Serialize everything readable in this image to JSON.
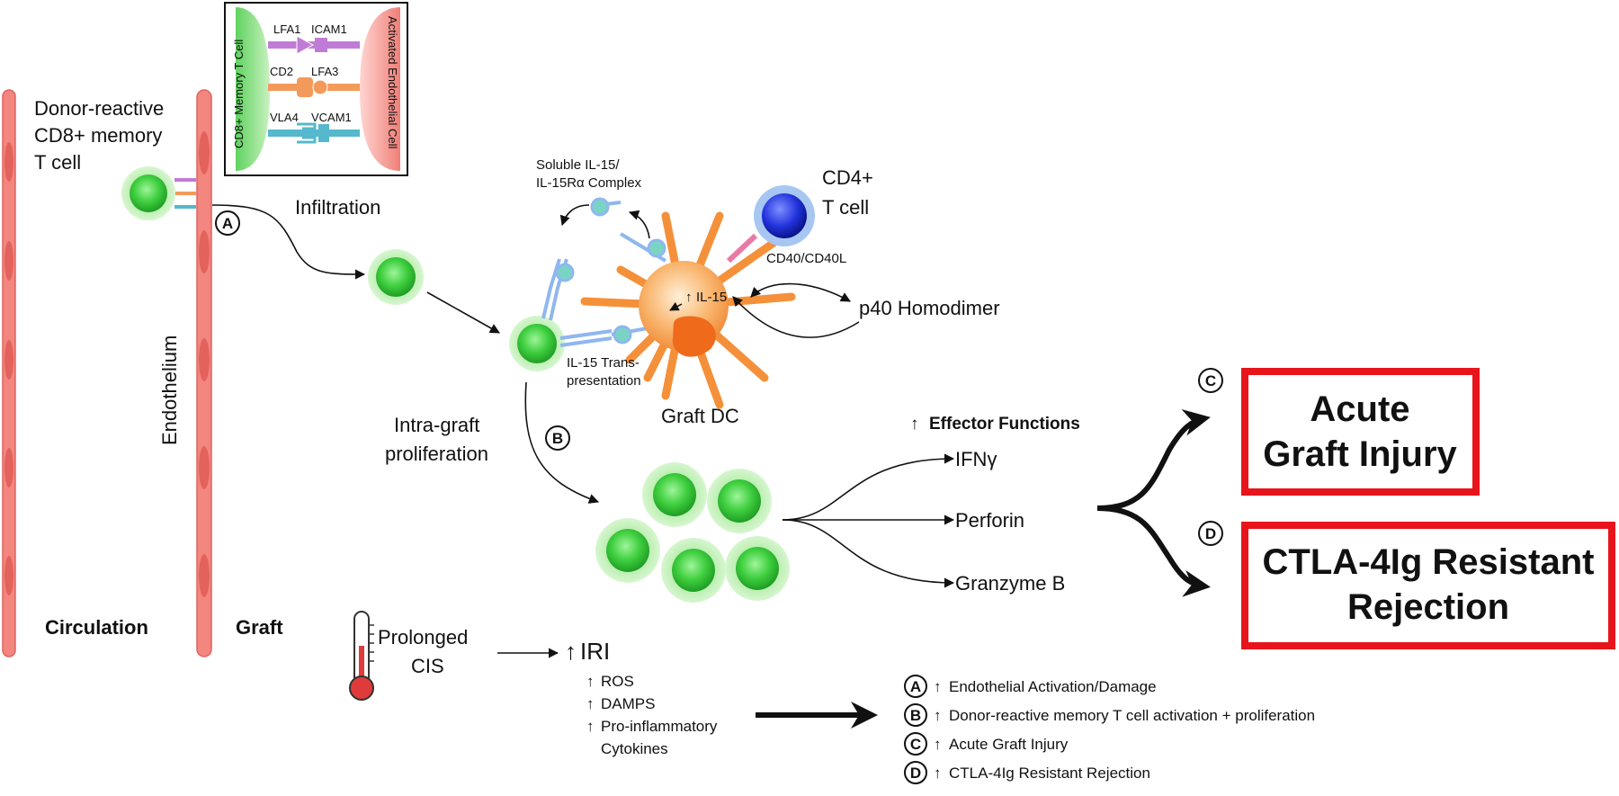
{
  "labels": {
    "donor_cell_line1": "Donor-reactive",
    "donor_cell_line2": "CD8+ memory",
    "donor_cell_line3": "T cell",
    "endothelium": "Endothelium",
    "circulation": "Circulation",
    "graft": "Graft",
    "infiltration": "Infiltration",
    "intragraft_line1": "Intra-graft",
    "intragraft_line2": "proliferation",
    "soluble_line1": "Soluble IL-15/",
    "soluble_line2": "IL-15Rα Complex",
    "cd4_line1": "CD4+",
    "cd4_line2": "T cell",
    "cd40": "CD40/CD40L",
    "il15": "IL-15",
    "p40": "p40 Homodimer",
    "trans_line1": "IL-15 Trans-",
    "trans_line2": "presentation",
    "graft_dc": "Graft DC",
    "effector": "Effector Functions",
    "ifng": "IFNγ",
    "perforin": "Perforin",
    "granzyme": "Granzyme B",
    "prolonged_line1": "Prolonged",
    "prolonged_line2": "CIS",
    "iri": "IRI",
    "ros": "ROS",
    "damps": "DAMPS",
    "proinf_line1": "Pro-inflammatory",
    "proinf_line2": "Cytokines"
  },
  "inset": {
    "left_cell": "CD8+ Memory T Cell",
    "right_cell": "Activated Endothelial Cell",
    "pairs": [
      {
        "left": "LFA1",
        "right": "ICAM1",
        "color": "#c07bd6"
      },
      {
        "left": "CD2",
        "right": "LFA3",
        "color": "#f39a5b"
      },
      {
        "left": "VLA4",
        "right": "VCAM1",
        "color": "#55b8cc"
      }
    ]
  },
  "outcomes": {
    "c_letter": "C",
    "c_line1": "Acute",
    "c_line2": "Graft Injury",
    "d_letter": "D",
    "d_line1": "CTLA-4Ig Resistant",
    "d_line2": "Rejection"
  },
  "markers": {
    "a": "A",
    "b": "B"
  },
  "legend": [
    {
      "letter": "A",
      "text": "Endothelial Activation/Damage"
    },
    {
      "letter": "B",
      "text": "Donor-reactive memory T cell activation + proliferation"
    },
    {
      "letter": "C",
      "text": "Acute Graft Injury"
    },
    {
      "letter": "D",
      "text": "CTLA-4Ig Resistant Rejection"
    }
  ],
  "colors": {
    "endothelium": "#f3867f",
    "t_cell": "#3fbd3f",
    "dc": "#f5903a",
    "cd4": "#1d2fd6",
    "outcome_box": "#e8141b"
  }
}
